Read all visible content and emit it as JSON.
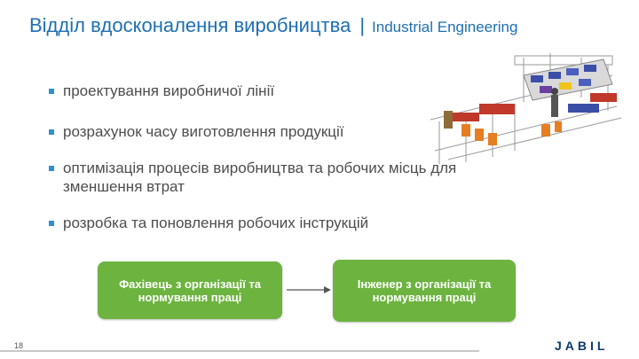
{
  "title": {
    "ukrainian": "Відділ вдосконалення виробництва",
    "separator": "|",
    "english": "Industrial Engineering"
  },
  "bullets": [
    "проектування виробничої лінії",
    "розрахунок часу виготовлення продукції",
    "оптимізація процесів виробництва та робочих місць для зменшення втрат",
    "розробка та поновлення робочих інструкцій"
  ],
  "flow": {
    "box1": "Фахівець з організації та нормування праці",
    "box2": "Інженер з організації та нормування праці"
  },
  "footer": {
    "page_number": "18",
    "logo": "JABIL"
  },
  "colors": {
    "title": "#1e6fb3",
    "box": "#6cb33f",
    "bullet": "#2f8fd0",
    "logo": "#0b3a6e"
  }
}
